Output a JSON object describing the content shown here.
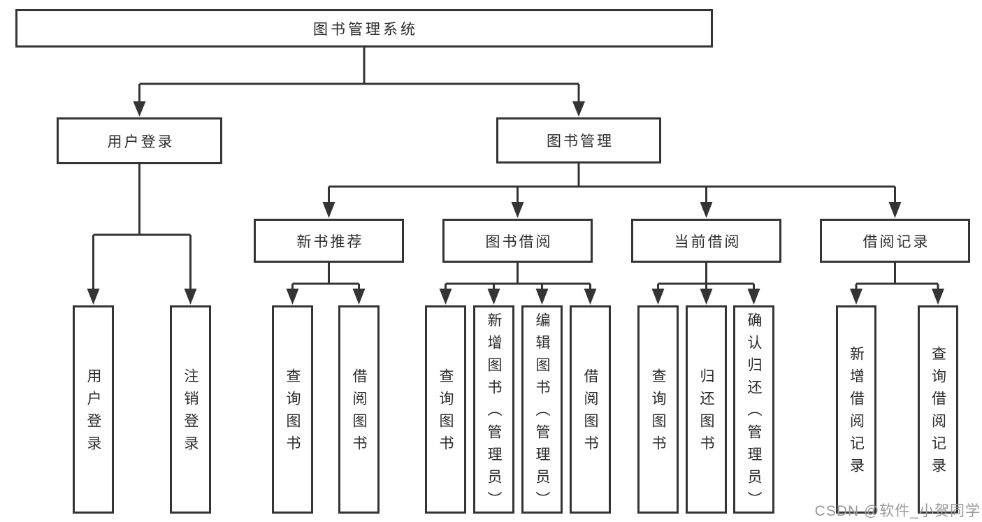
{
  "diagram": {
    "type": "function-structure-tree",
    "tree": {
      "label": "图书管理系统",
      "children": [
        {
          "label": "用户登录",
          "children": [
            {
              "label": "用户登录"
            },
            {
              "label": "注销登录"
            }
          ]
        },
        {
          "label": "图书管理",
          "children": [
            {
              "label": "新书推荐",
              "children": [
                {
                  "label": "查询图书"
                },
                {
                  "label": "借阅图书"
                }
              ]
            },
            {
              "label": "图书借阅",
              "children": [
                {
                  "label": "查询图书"
                },
                {
                  "label": "新增图书（管理员）"
                },
                {
                  "label": "编辑图书（管理员）"
                },
                {
                  "label": "借阅图书"
                }
              ]
            },
            {
              "label": "当前借阅",
              "children": [
                {
                  "label": "查询图书"
                },
                {
                  "label": "归还图书"
                },
                {
                  "label": "确认归还（管理员）"
                }
              ]
            },
            {
              "label": "借阅记录",
              "children": [
                {
                  "label": "新增借阅记录"
                },
                {
                  "label": "查询借阅记录"
                }
              ]
            }
          ]
        }
      ]
    },
    "colors": {
      "line": "#343434",
      "text": "#2b2b2b",
      "background": "#ffffff",
      "watermark": "#999999"
    }
  },
  "watermark": {
    "text": "CSDN @软件_小贺同学"
  }
}
